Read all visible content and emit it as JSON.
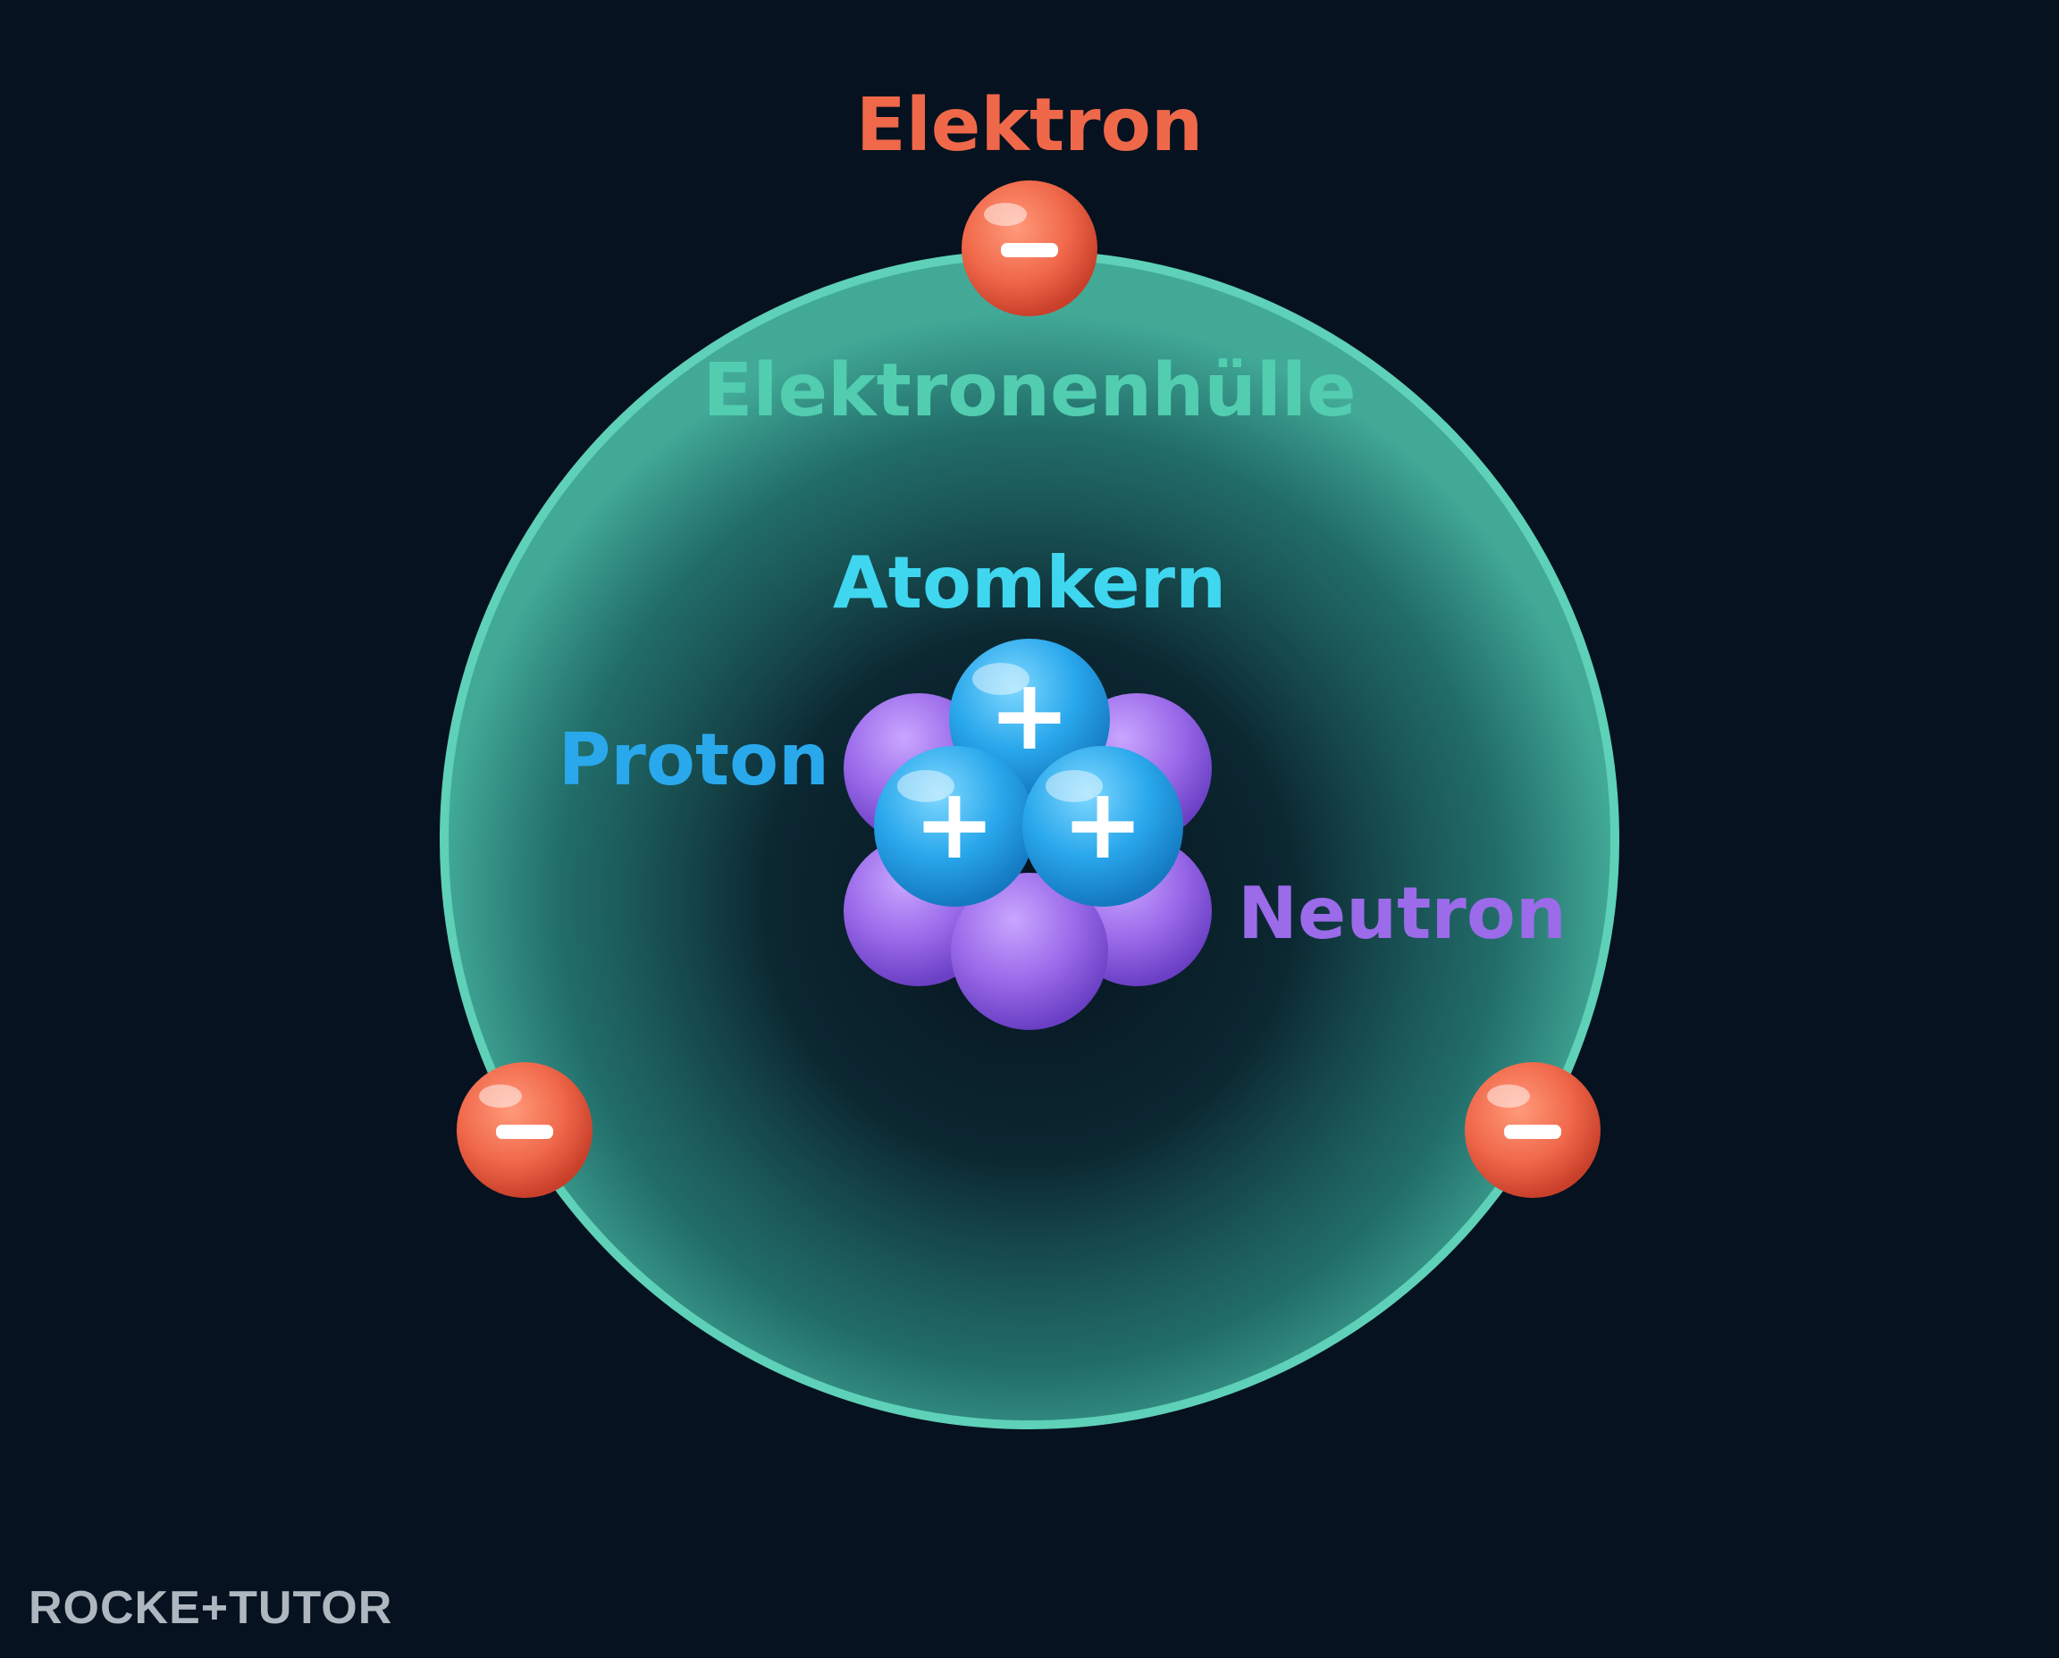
{
  "labels": {
    "electron": "Elektron",
    "shell": "Elektronenhülle",
    "nucleus": "Atomkern",
    "proton": "Proton",
    "neutron": "Neutron"
  },
  "symbols": {
    "electron_charge": "−",
    "proton_charge": "+"
  },
  "logo": {
    "text": "ROCKE+TUTOR"
  },
  "colors": {
    "background": "#06121f",
    "shell": "#5ed1b8",
    "electron": "#f0684a",
    "proton": "#2aa8ec",
    "neutron": "#9b6bea",
    "nucleus_label": "#3fd6f0",
    "shell_label": "#52cdb0"
  }
}
